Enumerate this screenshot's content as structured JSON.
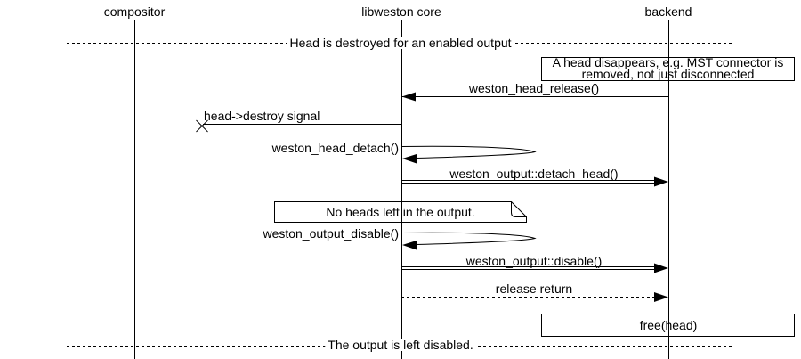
{
  "entities": [
    {
      "name": "compositor"
    },
    {
      "name": "libweston core"
    },
    {
      "name": "backend"
    }
  ],
  "dividers": [
    {
      "text": "Head is destroyed for an enabled output"
    },
    {
      "text": "The output is left disabled."
    }
  ],
  "notes": {
    "mst": {
      "line1": "A head disappears, e.g. MST connector is",
      "line2": "removed, not just disconnected"
    },
    "no_heads": {
      "text": "No heads left in the output."
    },
    "free_head": {
      "text": "free(head)"
    }
  },
  "messages": {
    "head_release": {
      "label": "weston_head_release()",
      "from": "backend",
      "to": "libweston core",
      "style": "solid-arrow"
    },
    "destroy_signal": {
      "label": "head->destroy signal",
      "from": "libweston core",
      "to": "lost",
      "style": "lost-message"
    },
    "head_detach": {
      "label": "weston_head_detach()",
      "from": "libweston core",
      "to": "libweston core",
      "style": "self-call"
    },
    "detach_head": {
      "label": "weston_output::detach_head()",
      "from": "libweston core",
      "to": "backend",
      "style": "double-line-call"
    },
    "output_disable": {
      "label": "weston_output_disable()",
      "from": "libweston core",
      "to": "libweston core",
      "style": "self-call"
    },
    "disable": {
      "label": "weston_output::disable()",
      "from": "libweston core",
      "to": "backend",
      "style": "double-line-call"
    },
    "release_return": {
      "label": "release return",
      "from": "libweston core",
      "to": "backend",
      "style": "dashed-return"
    }
  },
  "colors": {
    "line": "#000000",
    "background": "#ffffff"
  }
}
